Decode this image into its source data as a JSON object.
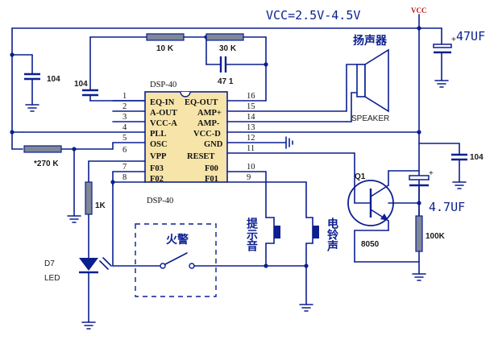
{
  "supply_label": "VCC=2.5V-4.5V",
  "vcc_label": "VCC",
  "chip": {
    "name_top": "DSP-40",
    "name_bottom": "DSP-40",
    "pins_left": [
      {
        "num": "1",
        "name": "EQ-IN"
      },
      {
        "num": "2",
        "name": "A-OUT"
      },
      {
        "num": "3",
        "name": "VCC-A"
      },
      {
        "num": "4",
        "name": "PLL"
      },
      {
        "num": "5",
        "name": "OSC"
      },
      {
        "num": "6",
        "name": "VPP"
      },
      {
        "num": "7",
        "name": "F03"
      },
      {
        "num": "8",
        "name": "F02"
      }
    ],
    "pins_right": [
      {
        "num": "16",
        "name": "EQ-OUT"
      },
      {
        "num": "15",
        "name": "AMP+"
      },
      {
        "num": "14",
        "name": "AMP-"
      },
      {
        "num": "13",
        "name": "VCC-D"
      },
      {
        "num": "12",
        "name": "GND"
      },
      {
        "num": "11",
        "name": "RESET"
      },
      {
        "num": "10",
        "name": "F00"
      },
      {
        "num": "9",
        "name": "F01"
      }
    ]
  },
  "components": {
    "r_10k": "10 K",
    "r_30k": "30 K",
    "c_471": "47 1",
    "c_104_left": "104",
    "c_104_mid": "104",
    "c_104_right": "104",
    "c_47uf": "47UF",
    "c_4_7uf": "4.7UF",
    "r_270k": "*270 K",
    "r_1k": "1K",
    "r_100k": "100K",
    "q1_label": "Q1",
    "q1_part": "8050",
    "led_ref": "D7",
    "led_label": "LED",
    "speaker_cn": "扬声器",
    "speaker_en": "SPEAKER",
    "fire_alarm": "火警",
    "prompt_tone": "提示音",
    "doorbell": "电铃声"
  }
}
